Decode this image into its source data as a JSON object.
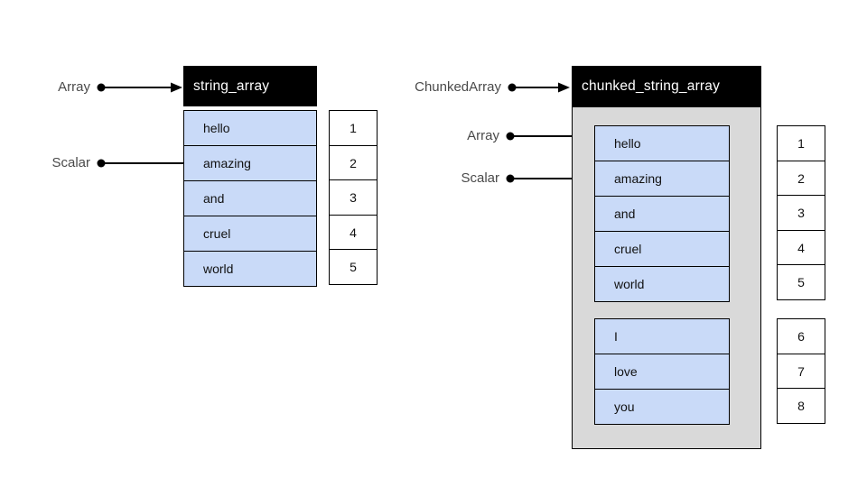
{
  "left_diagram": {
    "labels": {
      "array": "Array",
      "scalar": "Scalar"
    },
    "header": "string_array",
    "cells": [
      "hello",
      "amazing",
      "and",
      "cruel",
      "world"
    ],
    "indices": [
      "1",
      "2",
      "3",
      "4",
      "5"
    ]
  },
  "right_diagram": {
    "labels": {
      "chunked_array": "ChunkedArray",
      "array": "Array",
      "scalar": "Scalar"
    },
    "header": "chunked_string_array",
    "chunks": [
      {
        "cells": [
          "hello",
          "amazing",
          "and",
          "cruel",
          "world"
        ],
        "indices": [
          "1",
          "2",
          "3",
          "4",
          "5"
        ]
      },
      {
        "cells": [
          "I",
          "love",
          "you"
        ],
        "indices": [
          "6",
          "7",
          "8"
        ]
      }
    ]
  },
  "colors": {
    "cell_fill": "#c9daf8",
    "container_fill": "#d9d9d9",
    "header_fill": "#000000",
    "header_text": "#ffffff",
    "label_text": "#4a4a4a",
    "arrow": "#000000",
    "border": "#000000"
  }
}
